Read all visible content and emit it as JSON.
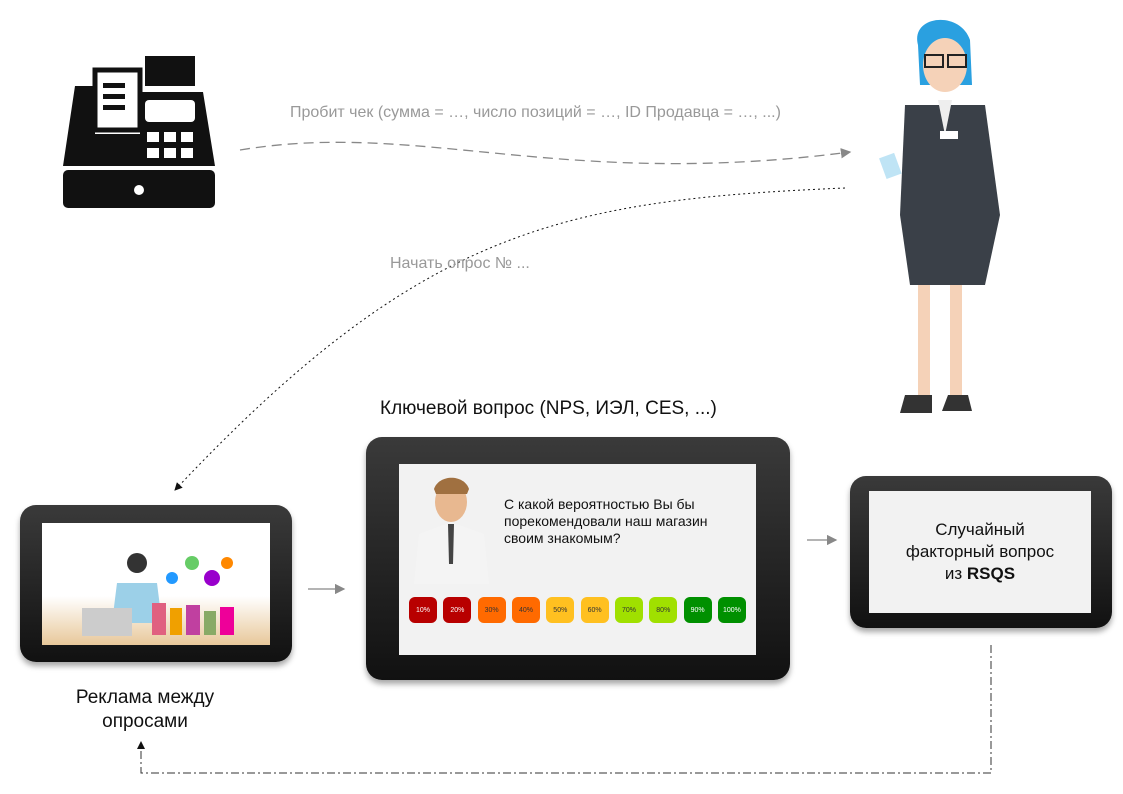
{
  "arrows": {
    "receipt": "Пробит чек (сумма = …, число позиций = …, ID Продавца = …, ...)",
    "start_survey": "Начать опрос № ..."
  },
  "labels": {
    "key_question": "Ключевой вопрос (NPS, ИЭЛ, CES, ...)",
    "ads": "Реклама между опросами"
  },
  "survey": {
    "question": "С какой вероятностью Вы бы порекомендовали наш магазин своим знакомым?",
    "ratings": [
      {
        "label": "10%",
        "color": "#b80000",
        "text": "#fff"
      },
      {
        "label": "20%",
        "color": "#b80000",
        "text": "#fff"
      },
      {
        "label": "30%",
        "color": "#ff6a00",
        "text": "#333"
      },
      {
        "label": "40%",
        "color": "#ff6a00",
        "text": "#333"
      },
      {
        "label": "50%",
        "color": "#ffc020",
        "text": "#333"
      },
      {
        "label": "60%",
        "color": "#ffc020",
        "text": "#333"
      },
      {
        "label": "70%",
        "color": "#a0e000",
        "text": "#333"
      },
      {
        "label": "80%",
        "color": "#a0e000",
        "text": "#333"
      },
      {
        "label": "90%",
        "color": "#009000",
        "text": "#fff"
      },
      {
        "label": "100%",
        "color": "#009000",
        "text": "#fff"
      }
    ]
  },
  "random_question": {
    "line1": "Случайный",
    "line2": "факторный вопрос",
    "line3_prefix": "из ",
    "line3_bold": "RSQS"
  }
}
